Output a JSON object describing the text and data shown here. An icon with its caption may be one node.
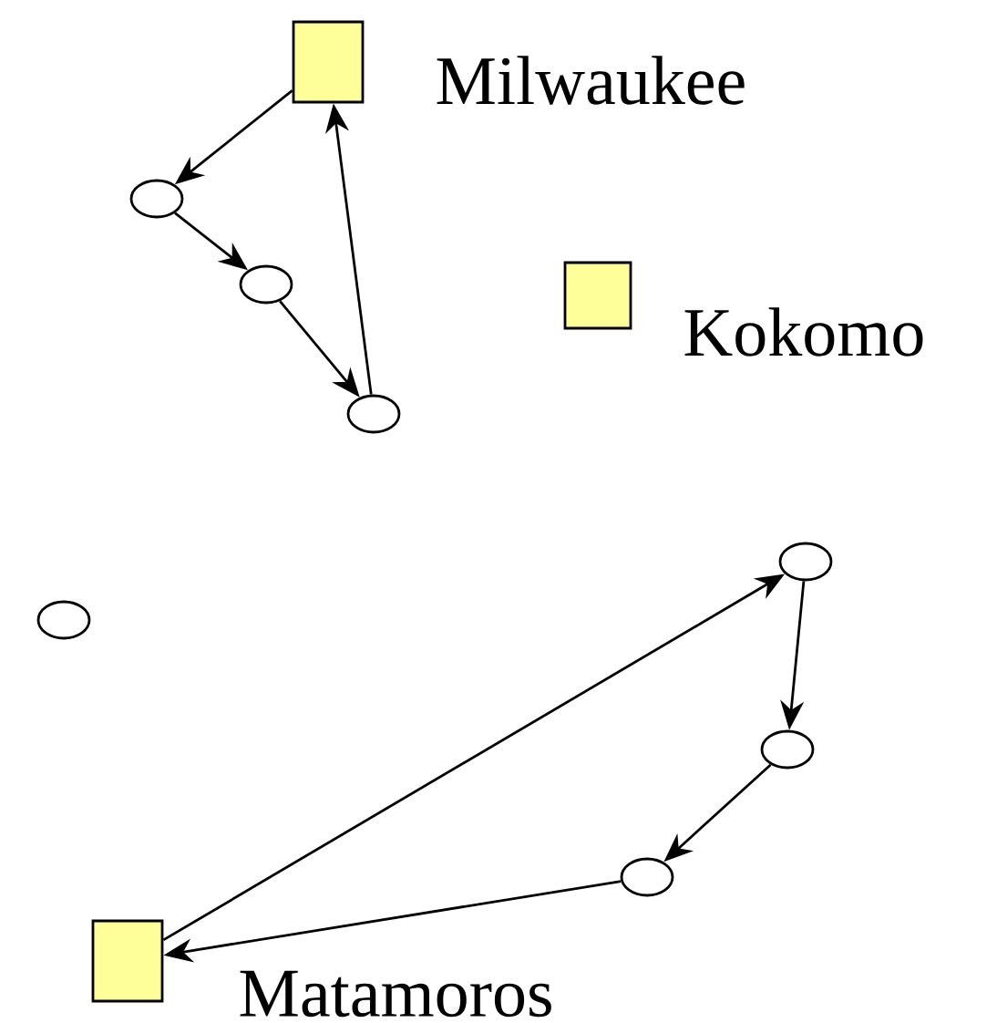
{
  "diagram": {
    "nodes": [
      {
        "text": [],
        "shape": "box",
        "beside": [
          "Milwaukee"
        ]
      },
      {
        "text": [],
        "shape": "circle"
      },
      {
        "text": [],
        "shape": "circle"
      },
      {
        "text": [],
        "shape": "circle"
      },
      {
        "text": [],
        "shape": "box",
        "beside": [
          "Kokomo"
        ]
      },
      {
        "text": [],
        "shape": "circle"
      },
      {
        "text": [],
        "shape": "circle"
      },
      {
        "text": [],
        "shape": "circle"
      },
      {
        "text": [],
        "shape": "circle"
      },
      {
        "text": [],
        "shape": "box",
        "beside": [
          "Matamoros"
        ]
      }
    ],
    "edges": [
      {
        "from": 0,
        "to": 1,
        "arrow": "to"
      },
      {
        "from": 1,
        "to": 2,
        "arrow": "to"
      },
      {
        "from": 2,
        "to": 3,
        "arrow": "to"
      },
      {
        "from": 3,
        "to": 0,
        "arrow": "to"
      },
      {
        "from": 9,
        "to": 6,
        "arrow": "to"
      },
      {
        "from": 6,
        "to": 7,
        "arrow": "to"
      },
      {
        "from": 7,
        "to": 8,
        "arrow": "to"
      },
      {
        "from": 8,
        "to": 9,
        "arrow": "to"
      }
    ]
  }
}
